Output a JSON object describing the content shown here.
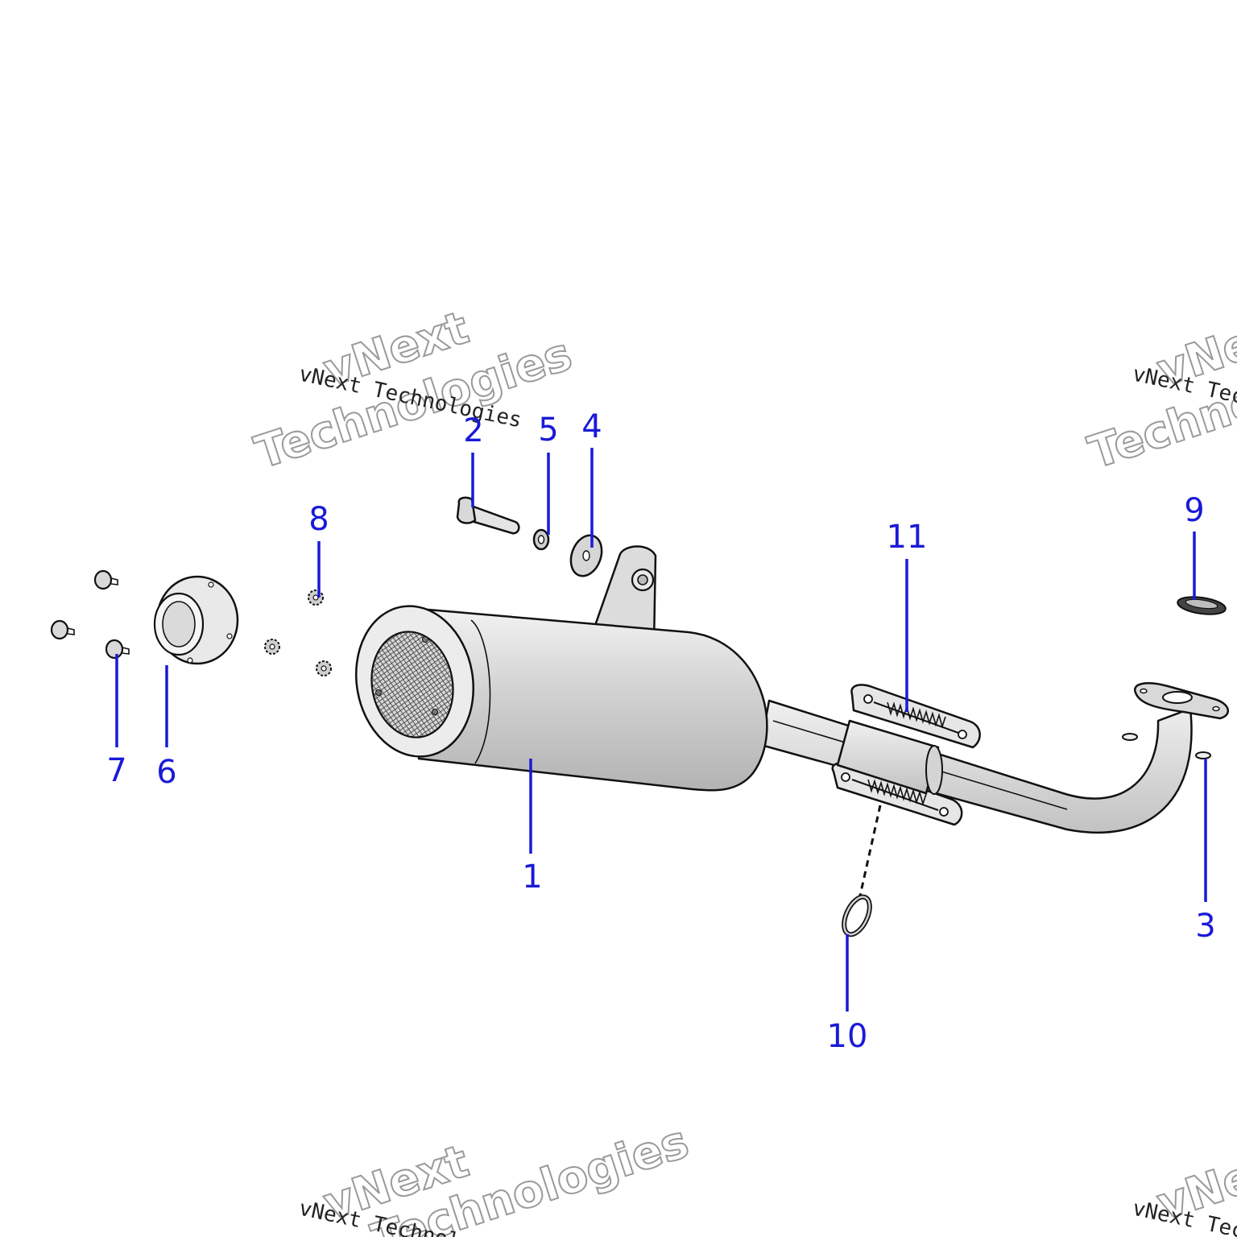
{
  "diagram": {
    "watermark": {
      "mono_text": "vNext Technologies",
      "outline_line1": "vNext",
      "outline_line2": "Technologies"
    },
    "colors": {
      "callout": "#1a1ad8",
      "part_fill_light": "#e2e2e2",
      "part_fill_mid": "#cfcfcf",
      "part_fill_dark": "#b5b5b5",
      "outline": "#111111"
    },
    "callouts": [
      {
        "id": "1",
        "label": "1"
      },
      {
        "id": "2",
        "label": "2"
      },
      {
        "id": "3",
        "label": "3"
      },
      {
        "id": "4",
        "label": "4"
      },
      {
        "id": "5",
        "label": "5"
      },
      {
        "id": "6",
        "label": "6"
      },
      {
        "id": "7",
        "label": "7"
      },
      {
        "id": "8",
        "label": "8"
      },
      {
        "id": "9",
        "label": "9"
      },
      {
        "id": "10",
        "label": "10"
      },
      {
        "id": "11",
        "label": "11"
      }
    ]
  }
}
